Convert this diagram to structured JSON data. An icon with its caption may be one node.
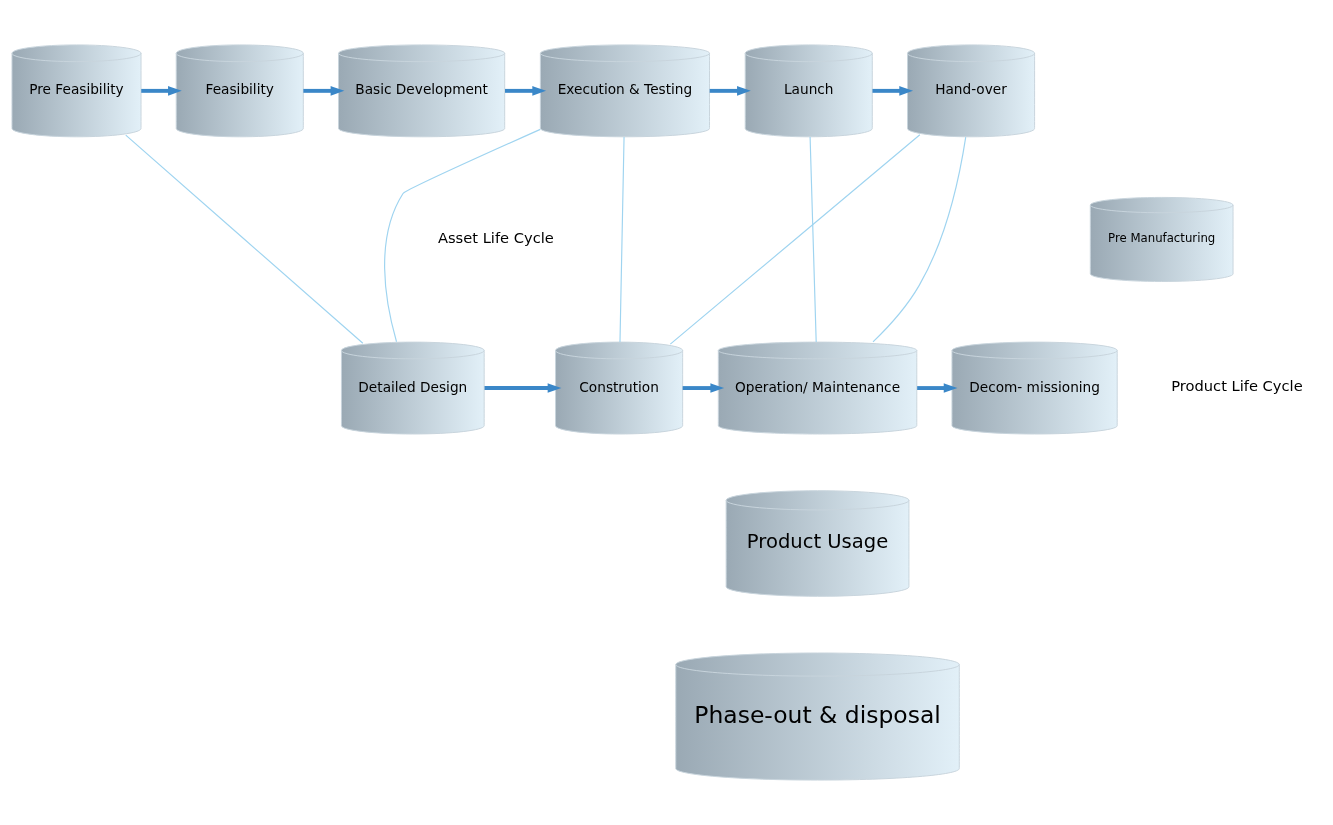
{
  "diagram": {
    "nodes": [
      {
        "text": [
          "Pre Feasibility"
        ]
      },
      {
        "text": [
          "Feasibility"
        ]
      },
      {
        "text": [
          "Basic Development"
        ]
      },
      {
        "text": [
          "Execution & Testing"
        ]
      },
      {
        "text": [
          "Launch"
        ]
      },
      {
        "text": [
          "Hand-over"
        ]
      },
      {
        "text": [
          "Pre Manufacturing"
        ]
      },
      {
        "text": [
          "Detailed Design"
        ]
      },
      {
        "text": [
          "Constrution"
        ]
      },
      {
        "text": [
          "Operation/ Maintenance"
        ]
      },
      {
        "text": [
          "Decom- missioning"
        ]
      },
      {
        "text": [
          "Product Usage"
        ]
      },
      {
        "text": [
          "Phase-out & disposal"
        ]
      }
    ],
    "edges": [
      {
        "from": 0,
        "to": 1,
        "arrow": "to"
      },
      {
        "from": 1,
        "to": 2,
        "arrow": "to"
      },
      {
        "from": 2,
        "to": 3,
        "arrow": "to"
      },
      {
        "from": 3,
        "to": 4,
        "arrow": "to"
      },
      {
        "from": 4,
        "to": 5,
        "arrow": "to"
      },
      {
        "from": 7,
        "to": 8,
        "arrow": "to"
      },
      {
        "from": 8,
        "to": 9,
        "arrow": "to"
      },
      {
        "from": 9,
        "to": 10,
        "arrow": "to"
      },
      {
        "from": 0,
        "to": 7,
        "arrow": "none",
        "color": "#9fd4f0"
      },
      {
        "from": 3,
        "to": 8,
        "arrow": "none",
        "color": "#9fd4f0"
      },
      {
        "from": 3,
        "to": 7,
        "arrow": "none",
        "color": "#9fd4f0"
      },
      {
        "from": 4,
        "to": 9,
        "arrow": "none",
        "color": "#9fd4f0"
      },
      {
        "from": 5,
        "to": 8,
        "arrow": "none",
        "color": "#9fd4f0"
      },
      {
        "from": 5,
        "to": 9,
        "arrow": "none",
        "color": "#9fd4f0"
      }
    ],
    "labels": [
      "Asset Life Cycle",
      "Product Life Cycle"
    ]
  }
}
